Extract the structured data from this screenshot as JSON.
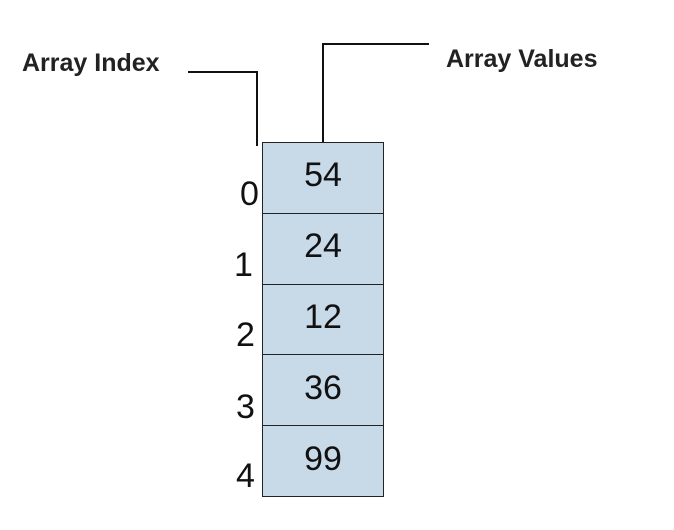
{
  "labels": {
    "index": "Array Index",
    "values": "Array Values"
  },
  "array": {
    "indices": [
      "0",
      "1",
      "2",
      "3",
      "4"
    ],
    "values": [
      "54",
      "24",
      "12",
      "36",
      "99"
    ]
  },
  "colors": {
    "cell_fill": "#c8d9e8",
    "line": "#111111"
  }
}
